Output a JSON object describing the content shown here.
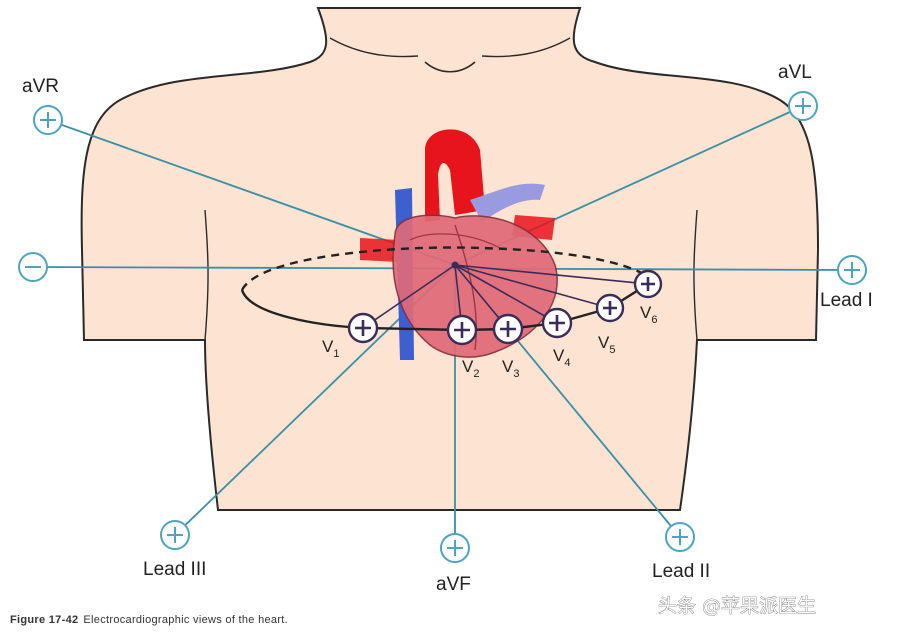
{
  "limb_leads": {
    "avr": "aVR",
    "avl": "aVL",
    "lead_i": "Lead I",
    "lead_ii": "Lead II",
    "lead_iii": "Lead III",
    "avf": "aVF"
  },
  "precordial_leads": [
    {
      "letter": "V",
      "num": "1"
    },
    {
      "letter": "V",
      "num": "2"
    },
    {
      "letter": "V",
      "num": "3"
    },
    {
      "letter": "V",
      "num": "4"
    },
    {
      "letter": "V",
      "num": "5"
    },
    {
      "letter": "V",
      "num": "6"
    }
  ],
  "caption": {
    "figure": "Figure 17-42",
    "text": "Electrocardiographic views of the heart."
  },
  "watermark": "头条 @苹果派医生",
  "colors": {
    "skin": "#fde3d1",
    "outline": "#2a2a2a",
    "lead_line": "#3b8fa8",
    "heart_red": "#e8141c",
    "vein_blue": "#3d5fd0",
    "electrode": "#4fa3bf"
  }
}
